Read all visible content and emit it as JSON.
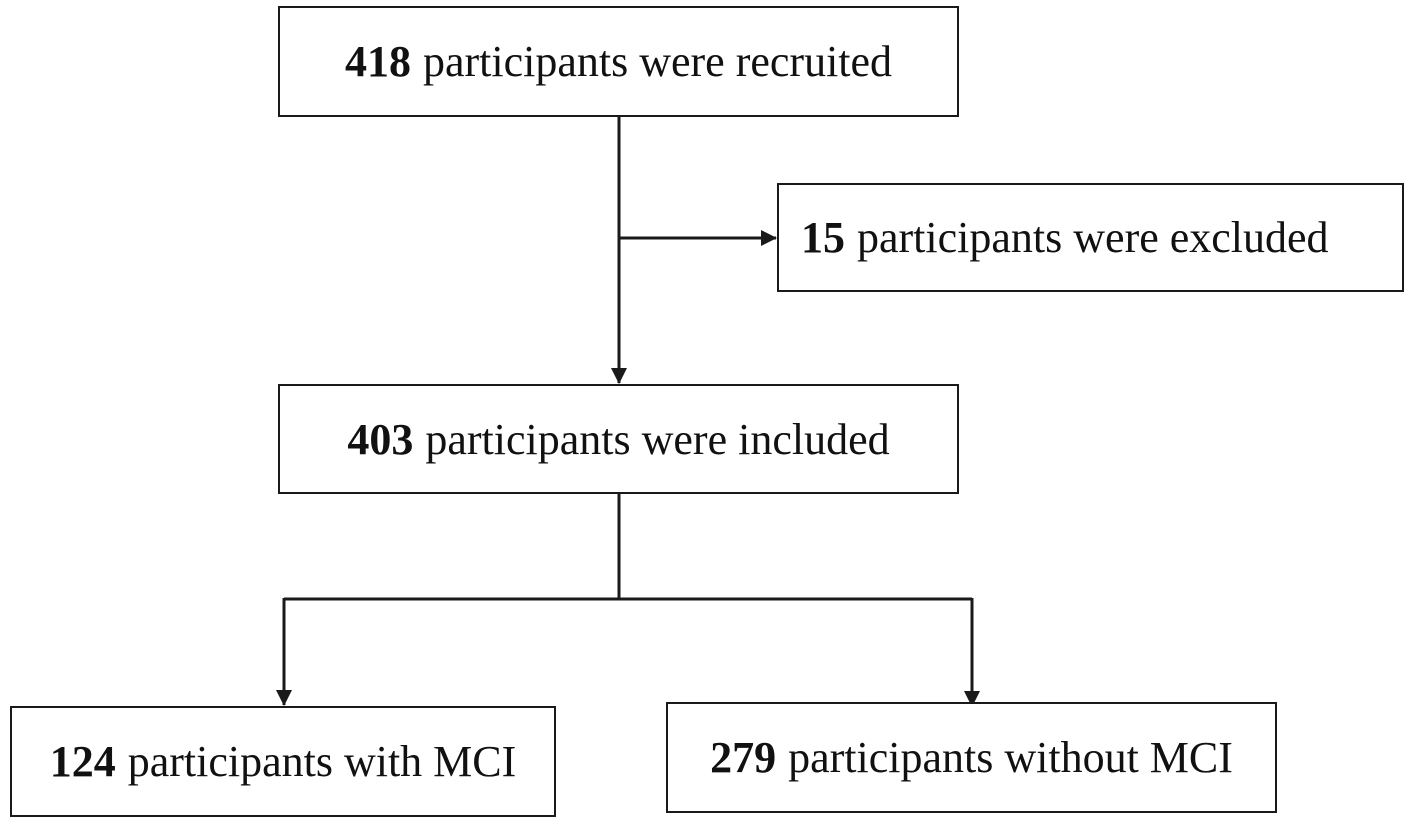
{
  "flowchart": {
    "recruited": {
      "count": "418",
      "text": "participants were recruited"
    },
    "excluded": {
      "count": "15",
      "text": "participants were excluded"
    },
    "included": {
      "count": "403",
      "text": "participants were included"
    },
    "with_mci": {
      "count": "124",
      "text": "participants with MCI"
    },
    "without_mci": {
      "count": "279",
      "text": "participants without MCI"
    }
  },
  "colors": {
    "line": "#1a1a1a",
    "text": "#111111",
    "background": "#ffffff"
  }
}
